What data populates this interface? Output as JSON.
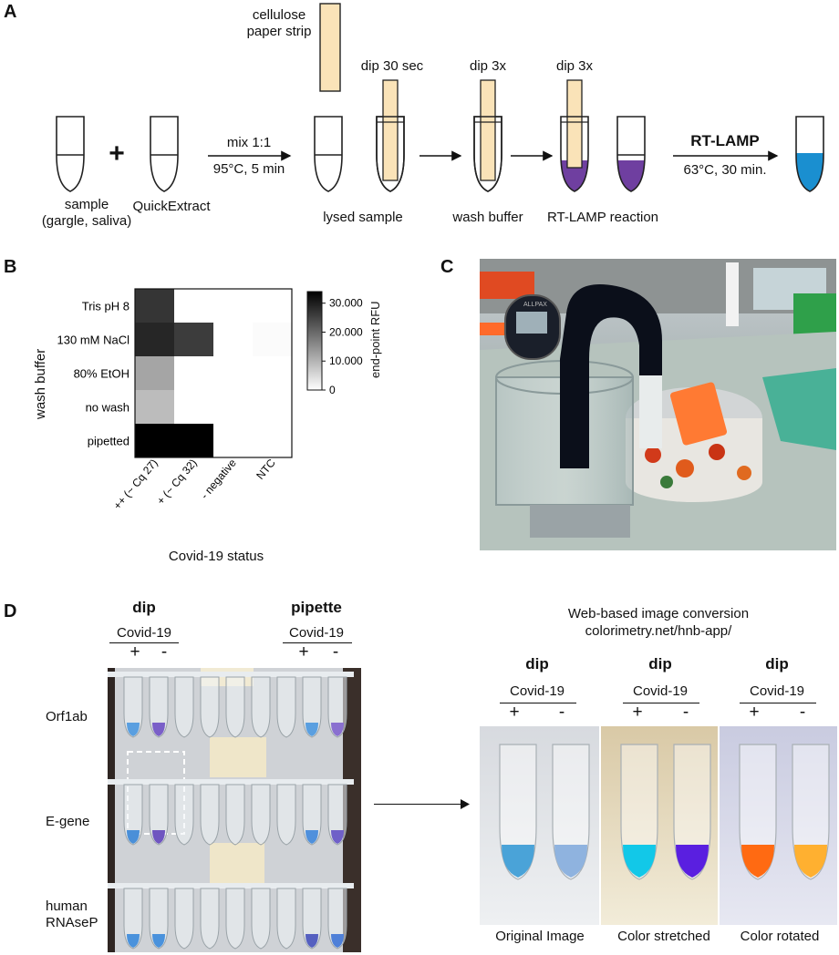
{
  "colors": {
    "strip": "#fae3b8",
    "purple": "#6f3fa0",
    "blue": "#1a8fd0",
    "tube_stroke": "#222222"
  },
  "panel_a": {
    "letter": "A",
    "sample_label": [
      "sample",
      "(gargle, saliva)"
    ],
    "plus": "+",
    "quickextract_label": "QuickExtract",
    "mix_top": "mix 1:1",
    "mix_bottom": "95°C, 5 min",
    "strip_label": [
      "cellulose",
      "paper strip"
    ],
    "lysed_label": "lysed sample",
    "dip_30": "dip 30 sec",
    "dip_3x_wash": "dip 3x",
    "wash_label": "wash buffer",
    "dip_3x_rt": "dip 3x",
    "rtlamp_reaction_label": "RT-LAMP reaction",
    "rtlamp_title": "RT-LAMP",
    "rtlamp_cond": "63°C, 30 min."
  },
  "panel_b": {
    "letter": "B",
    "ylabel": "wash buffer",
    "xlabel": "Covid-19 status",
    "colorbar_label": "end-point RFU",
    "colorbar_ticks": [
      "30.000",
      "20.000",
      "10.000",
      "0"
    ],
    "rows": [
      "Tris pH 8",
      "130 mM NaCl",
      "80% EtOH",
      "no wash",
      "pipetted"
    ],
    "cols": [
      "++ (~ Cq 27)",
      "+ (~ Cq 32)",
      "- negative",
      "NTC"
    ]
  },
  "chart_data": {
    "type": "heatmap",
    "rows": [
      "Tris pH 8",
      "130 mM NaCl",
      "80% EtOH",
      "no wash",
      "pipetted"
    ],
    "columns": [
      "++ (~ Cq 27)",
      "+ (~ Cq 32)",
      "- negative",
      "NTC"
    ],
    "values": [
      [
        27000,
        0,
        0,
        0
      ],
      [
        29000,
        26000,
        0,
        500
      ],
      [
        12000,
        0,
        0,
        0
      ],
      [
        9000,
        0,
        0,
        0
      ],
      [
        34000,
        34000,
        0,
        0
      ]
    ],
    "colorbar_label": "end-point RFU",
    "colorbar_range": [
      0,
      34000
    ],
    "xlabel": "Covid-19 status",
    "ylabel": "wash buffer"
  },
  "panel_c": {
    "letter": "C",
    "device_label": "ALLPAX"
  },
  "panel_d": {
    "letter": "D",
    "dip_title": "dip",
    "pipette_title": "pipette",
    "covid_label": "Covid-19",
    "plus": "+",
    "minus": "-",
    "row_labels": [
      "Orf1ab",
      "E-gene",
      "human",
      "RNAseP"
    ],
    "web_title_1": "Web-based image conversion",
    "web_title_2": "colorimetry.net/hnb-app/",
    "sub_dip": "dip",
    "captions": [
      "Original Image",
      "Color stretched",
      "Color rotated"
    ]
  }
}
